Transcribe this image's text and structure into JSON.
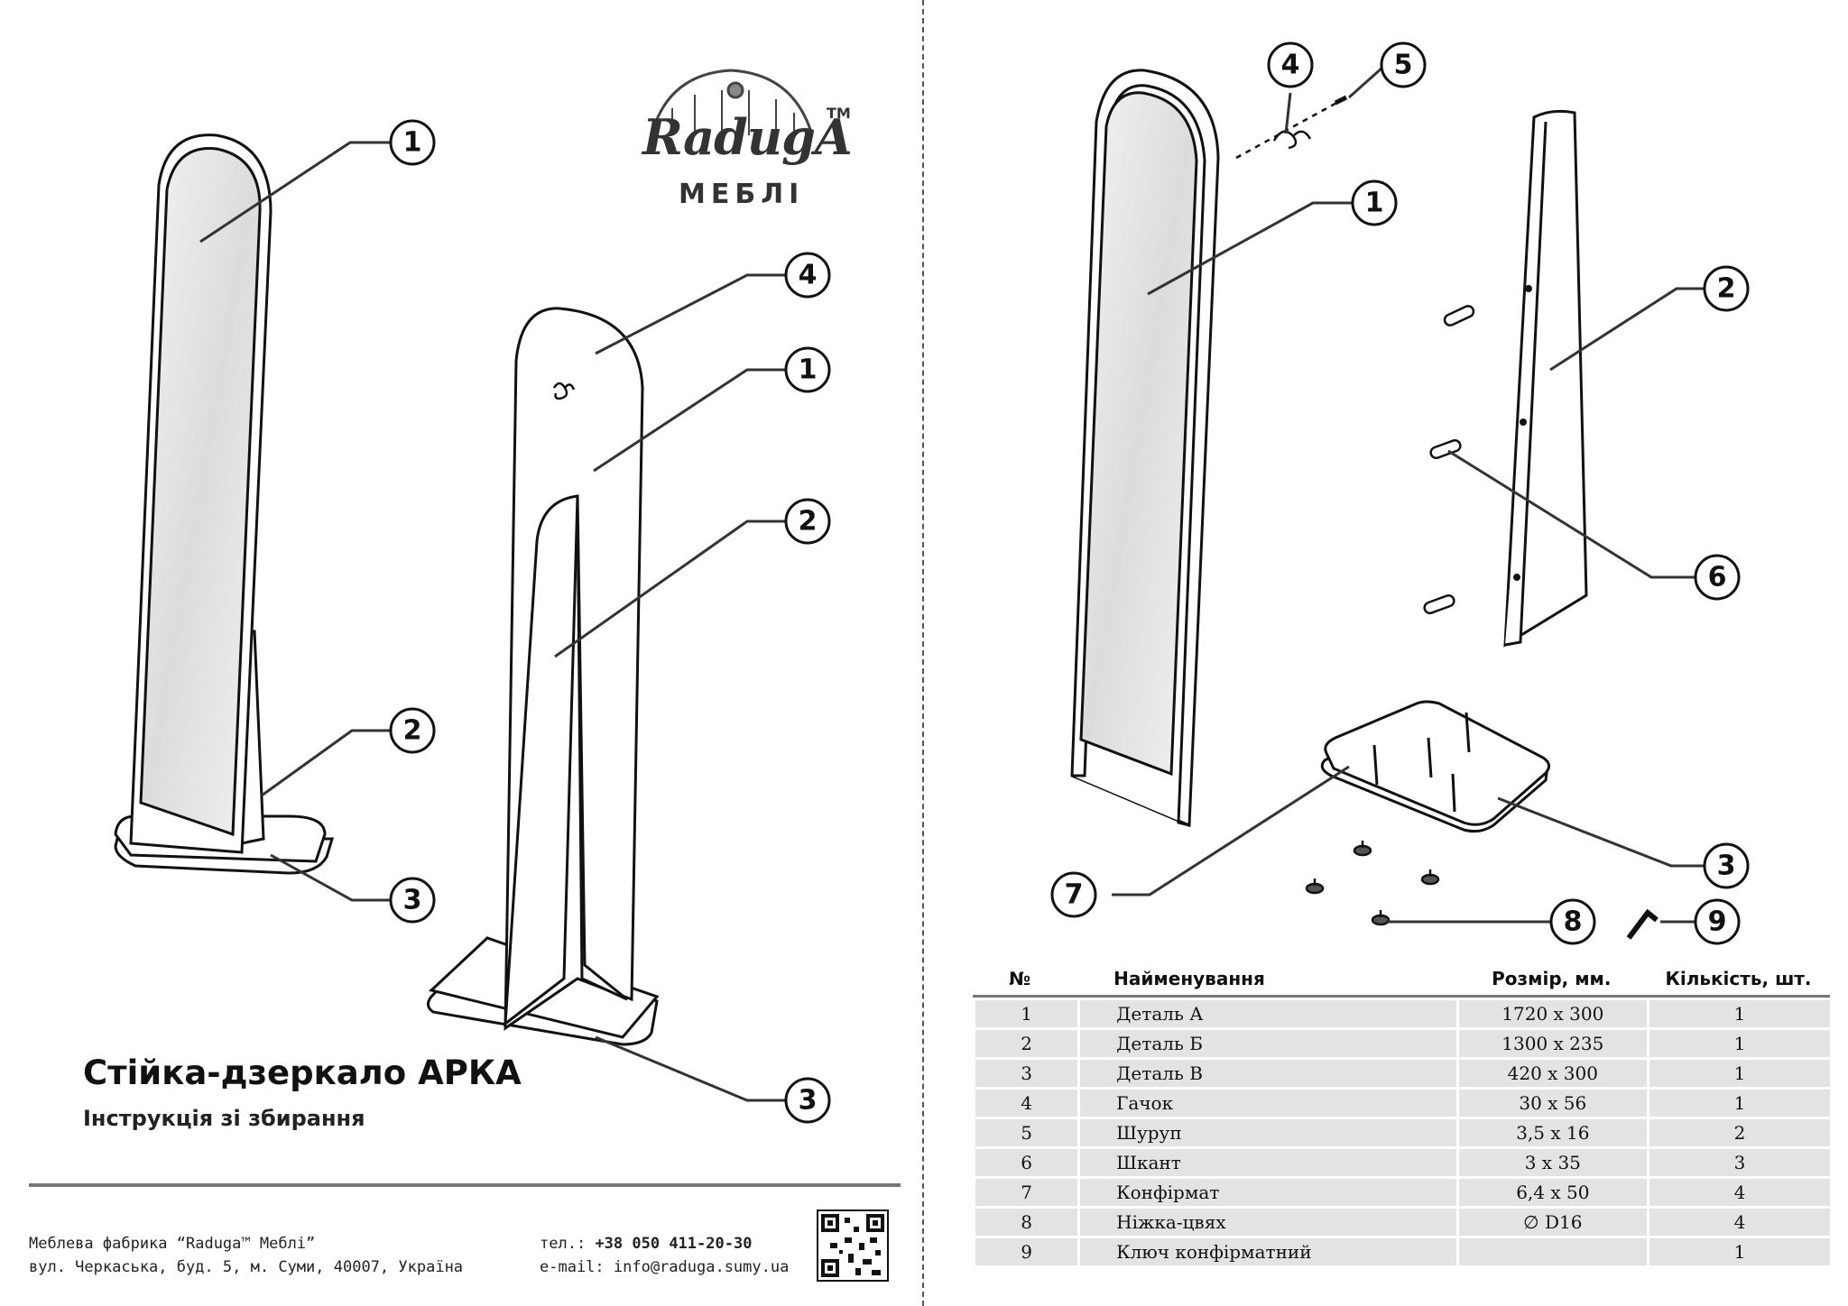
{
  "brand": {
    "logo_word": "RadugA",
    "trademark": "TM",
    "subtitle": "МЕБЛІ"
  },
  "title": "Стійка-дзеркало АРКА",
  "subtitle": "Інструкція зі збирання",
  "footer": {
    "company": "Меблева фабрика “Raduga™ Меблі”",
    "address": "вул. Черкаська, буд. 5, м. Суми, 40007, Україна",
    "phone_label": "тел.:",
    "phone": "+38 050 411-20-30",
    "email": "e-mail: info@raduga.sumy.ua"
  },
  "callouts_left": [
    "1",
    "2",
    "3",
    "4",
    "1",
    "2",
    "3"
  ],
  "callouts_right": [
    "4",
    "5",
    "1",
    "2",
    "6",
    "3",
    "7",
    "8",
    "9"
  ],
  "table": {
    "headers": {
      "no": "№",
      "name": "Найменування",
      "size": "Розмір, мм.",
      "qty": "Кількість, шт."
    },
    "rows": [
      {
        "no": "1",
        "name": "Деталь А",
        "size": "1720 x 300",
        "qty": "1"
      },
      {
        "no": "2",
        "name": "Деталь Б",
        "size": "1300 x 235",
        "qty": "1"
      },
      {
        "no": "3",
        "name": "Деталь В",
        "size": "420 x 300",
        "qty": "1"
      },
      {
        "no": "4",
        "name": "Гачок",
        "size": "30 x 56",
        "qty": "1"
      },
      {
        "no": "5",
        "name": "Шуруп",
        "size": "3,5 x 16",
        "qty": "2"
      },
      {
        "no": "6",
        "name": "Шкант",
        "size": "3 x 35",
        "qty": "3"
      },
      {
        "no": "7",
        "name": "Конфірмат",
        "size": "6,4 x 50",
        "qty": "4"
      },
      {
        "no": "8",
        "name": "Ніжка-цвях",
        "size": "∅ D16",
        "qty": "4"
      },
      {
        "no": "9",
        "name": "Ключ конфірматний",
        "size": "",
        "qty": "1"
      }
    ]
  },
  "colors": {
    "ink": "#111111",
    "rule": "#777777",
    "row_bg": "#e3e3e3"
  }
}
